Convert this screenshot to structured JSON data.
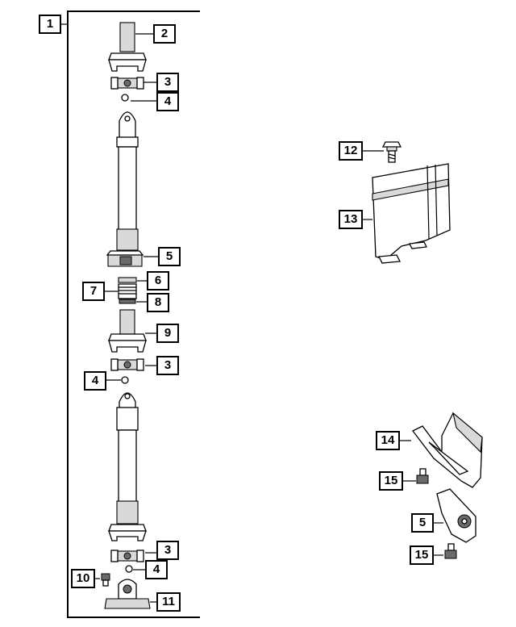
{
  "callouts": [
    {
      "id": "c1",
      "label": "1"
    },
    {
      "id": "c2",
      "label": "2"
    },
    {
      "id": "c3a",
      "label": "3"
    },
    {
      "id": "c4a",
      "label": "4"
    },
    {
      "id": "c5a",
      "label": "5"
    },
    {
      "id": "c6",
      "label": "6"
    },
    {
      "id": "c7",
      "label": "7"
    },
    {
      "id": "c8",
      "label": "8"
    },
    {
      "id": "c9",
      "label": "9"
    },
    {
      "id": "c3b",
      "label": "3"
    },
    {
      "id": "c4b",
      "label": "4"
    },
    {
      "id": "c3c",
      "label": "3"
    },
    {
      "id": "c4c",
      "label": "4"
    },
    {
      "id": "c10",
      "label": "10"
    },
    {
      "id": "c11",
      "label": "11"
    },
    {
      "id": "c12",
      "label": "12"
    },
    {
      "id": "c13",
      "label": "13"
    },
    {
      "id": "c14",
      "label": "14"
    },
    {
      "id": "c15a",
      "label": "15"
    },
    {
      "id": "c5b",
      "label": "5"
    },
    {
      "id": "c15b",
      "label": "15"
    }
  ],
  "colors": {
    "line": "#000000",
    "shade": "#d9d9d9",
    "dark": "#6b6b6b",
    "background": "#ffffff"
  }
}
